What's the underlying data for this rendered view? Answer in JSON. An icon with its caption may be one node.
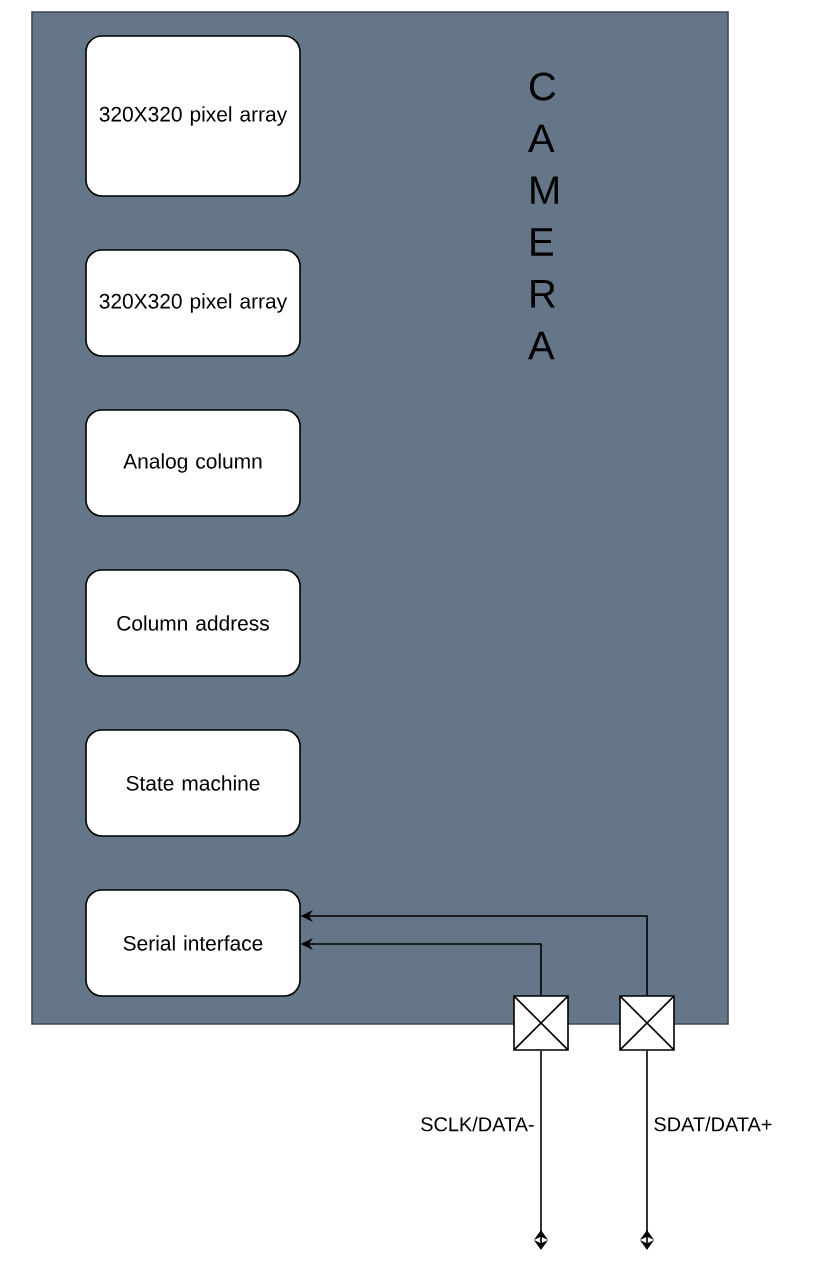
{
  "diagram": {
    "nodes": [
      {
        "text": [
          "C A M E R A"
        ]
      },
      {
        "text": [
          "320X320 pixel array"
        ],
        "in": 0
      },
      {
        "text": [
          "320X320 pixel array"
        ],
        "in": 0
      },
      {
        "text": [
          "Analog column"
        ],
        "in": 0
      },
      {
        "text": [
          "Column address"
        ],
        "in": 0
      },
      {
        "text": [
          "State machine"
        ],
        "in": 0
      },
      {
        "text": [
          "Serial interface"
        ],
        "in": 0
      },
      {
        "text": [],
        "shape": "box"
      },
      {
        "text": [],
        "shape": "box"
      }
    ],
    "edges": [
      {
        "from": 8,
        "to": 6,
        "arrow": "to"
      },
      {
        "from": 7,
        "to": 6,
        "arrow": "to"
      },
      {
        "from": 7,
        "to": null,
        "arrow": "to",
        "label": "SCLK/DATA-"
      },
      {
        "from": 8,
        "to": null,
        "arrow": "to",
        "label": "SDAT/DATA+"
      }
    ]
  }
}
